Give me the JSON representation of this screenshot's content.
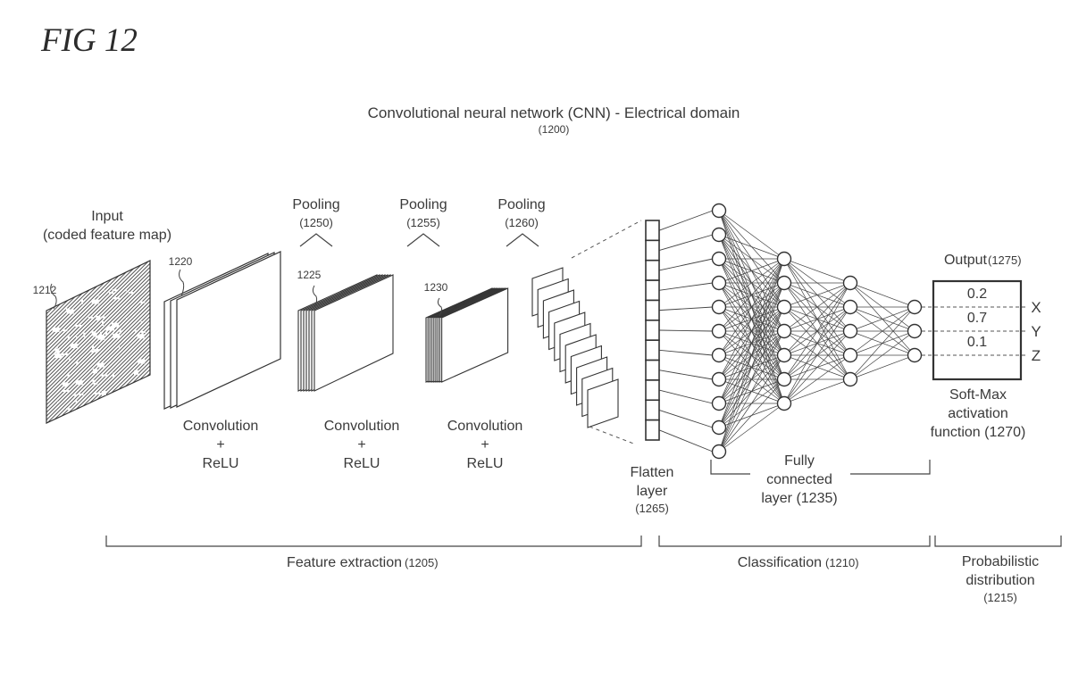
{
  "figure_label": "FIG 12",
  "title": {
    "main": "Convolutional neural network (CNN) - Electrical domain",
    "ref": "(1200)"
  },
  "input": {
    "label_line1": "Input",
    "label_line2": "(coded feature map)",
    "ref": "1212"
  },
  "conv_blocks": [
    {
      "ref": "1220",
      "label_line1": "Convolution",
      "label_line2": "+",
      "label_line3": "ReLU"
    },
    {
      "ref": "1225",
      "label_line1": "Convolution",
      "label_line2": "+",
      "label_line3": "ReLU"
    },
    {
      "ref": "1230",
      "label_line1": "Convolution",
      "label_line2": "+",
      "label_line3": "ReLU"
    }
  ],
  "pooling": [
    {
      "label": "Pooling",
      "ref": "(1250)"
    },
    {
      "label": "Pooling",
      "ref": "(1255)"
    },
    {
      "label": "Pooling",
      "ref": "(1260)"
    }
  ],
  "flatten": {
    "label_line1": "Flatten",
    "label_line2": "layer",
    "ref": "(1265)",
    "cells": 11
  },
  "fully_connected": {
    "label_line1": "Fully",
    "label_line2": "connected",
    "label_line3": "layer (1235)",
    "layer_sizes": [
      11,
      7,
      5,
      3
    ]
  },
  "output": {
    "label": "Output",
    "ref": "(1275)",
    "values": [
      "0.2",
      "0.7",
      "0.1"
    ],
    "classes": [
      "X",
      "Y",
      "Z"
    ]
  },
  "softmax": {
    "label_line1": "Soft-Max",
    "label_line2": "activation",
    "label_line3": "function (1270)"
  },
  "stages": [
    {
      "label": "Feature extraction",
      "ref": "(1205)"
    },
    {
      "label": "Classification",
      "ref": "(1210)"
    },
    {
      "label_line1": "Probabilistic",
      "label_line2": "distribution",
      "ref": "(1215)"
    }
  ]
}
